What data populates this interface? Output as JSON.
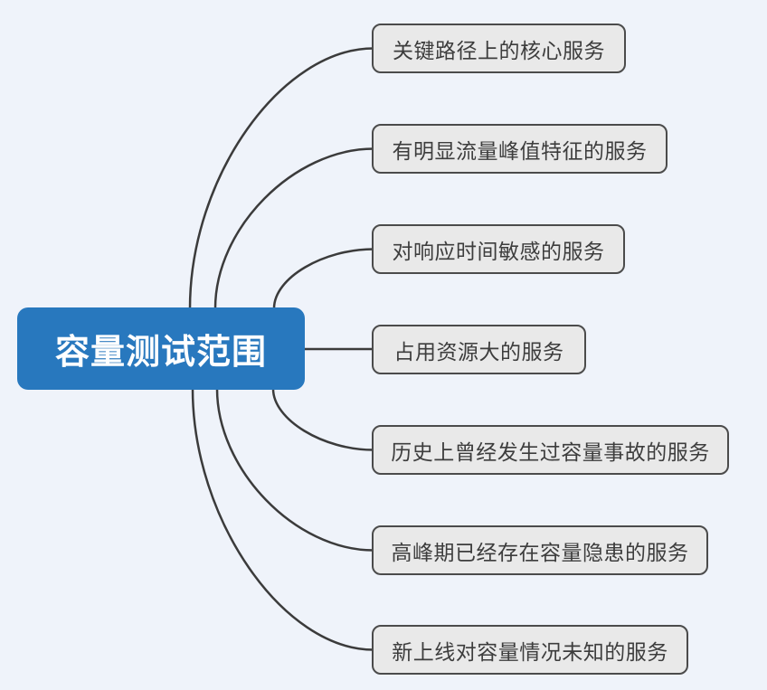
{
  "mindmap": {
    "root": {
      "label": "容量测试范围"
    },
    "children": [
      {
        "label": "关键路径上的核心服务"
      },
      {
        "label": "有明显流量峰值特征的服务"
      },
      {
        "label": "对响应时间敏感的服务"
      },
      {
        "label": "占用资源大的服务"
      },
      {
        "label": "历史上曾经发生过容量事故的服务"
      },
      {
        "label": "高峰期已经存在容量隐患的服务"
      },
      {
        "label": "新上线对容量情况未知的服务"
      }
    ],
    "colors": {
      "background": "#EFF3FA",
      "root_fill": "#2878BE",
      "root_text": "#FFFFFF",
      "node_fill": "#E9E9E9",
      "node_border": "#4B4B4B",
      "node_text": "#3D3D3D",
      "connector": "#3B3B3B"
    }
  }
}
